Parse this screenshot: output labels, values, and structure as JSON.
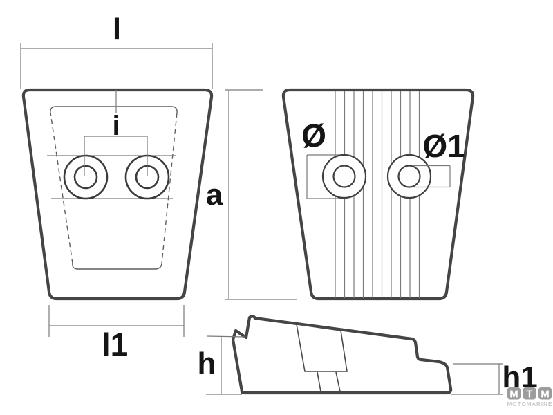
{
  "drawing": {
    "dimension_labels": {
      "top_width": "l",
      "hole_spacing": "i",
      "front_height": "a",
      "bottom_width": "l1",
      "washer_diameter": "Ø",
      "hole_diameter": "Ø1",
      "section_height_left": "h",
      "section_height_right": "h1"
    },
    "logo": {
      "tile_letters": [
        "M",
        "T",
        "M"
      ],
      "wordmark": "MOTOMARINE"
    },
    "colors": {
      "background": "#ffffff",
      "outline": "#454545",
      "thin_line": "#7a7a7a",
      "label_text": "#151515",
      "logo_tile": "#9c9c9c",
      "logo_wordmark": "#b5b5b5"
    }
  }
}
